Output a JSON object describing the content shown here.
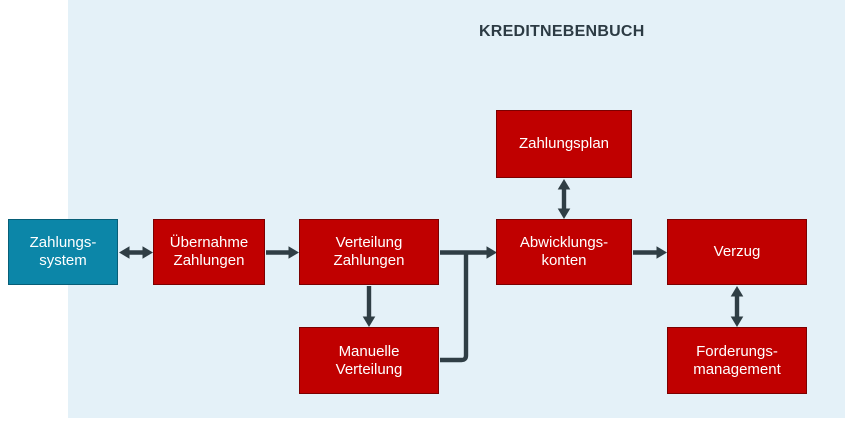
{
  "title": "KREDITNEBENBUCH",
  "colors": {
    "panel_background": "#e4f1f8",
    "node_red": "#c00000",
    "node_teal": "#0c86a8",
    "connector": "#2f3e45",
    "title_text": "#2c3b44",
    "node_text": "#ffffff"
  },
  "nodes": {
    "zahlungssystem": {
      "label": "Zahlungs-\nsystem"
    },
    "uebernahme": {
      "label": "Übernahme\nZahlungen"
    },
    "verteilung": {
      "label": "Verteilung\nZahlungen"
    },
    "zahlungsplan": {
      "label": "Zahlungsplan"
    },
    "abwicklung": {
      "label": "Abwicklungs-\nkonten"
    },
    "verzug": {
      "label": "Verzug"
    },
    "manuelle": {
      "label": "Manuelle\nVerteilung"
    },
    "forderung": {
      "label": "Forderungs-\nmanagement"
    }
  },
  "connectors": [
    {
      "from": "zahlungssystem",
      "to": "uebernahme",
      "style": "double-arrow"
    },
    {
      "from": "uebernahme",
      "to": "verteilung",
      "style": "arrow"
    },
    {
      "from": "verteilung",
      "to": "abwicklung",
      "style": "arrow"
    },
    {
      "from": "verteilung",
      "to": "manuelle",
      "style": "arrow"
    },
    {
      "from": "manuelle",
      "to": "abwicklung",
      "style": "elbow-join"
    },
    {
      "from": "zahlungsplan",
      "to": "abwicklung",
      "style": "double-arrow"
    },
    {
      "from": "abwicklung",
      "to": "verzug",
      "style": "arrow"
    },
    {
      "from": "verzug",
      "to": "forderung",
      "style": "double-arrow"
    }
  ]
}
